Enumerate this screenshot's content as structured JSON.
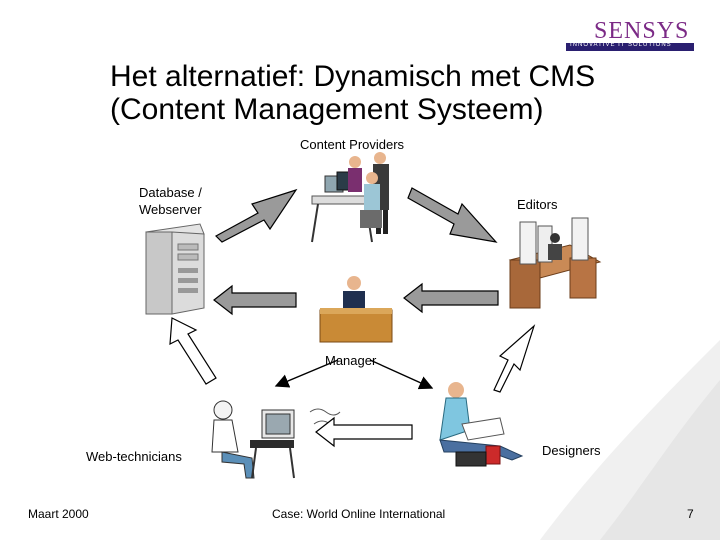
{
  "slide": {
    "title_line1": "Het alternatief: Dynamisch met CMS",
    "title_line2": "(Content Management Systeem)"
  },
  "logo": {
    "name": "SENSYS",
    "tagline": "INNOVATIVE IT SOLUTIONS",
    "color": "#7b2a86",
    "bar_color": "#2a1f70"
  },
  "diagram": {
    "content_providers": "Content Providers",
    "database_line1": "Database /",
    "database_line2": "Webserver",
    "editors": "Editors",
    "manager": "Manager",
    "web_technicians": "Web-technicians",
    "designers": "Designers"
  },
  "footer": {
    "date": "Maart 2000",
    "case": "Case: World Online International",
    "page": "7"
  },
  "icons": [
    "people-at-computer-icon",
    "server-tower-icon",
    "desk-with-paper-stacks-icon",
    "manager-at-desk-icon",
    "technician-at-computer-icon",
    "designer-at-desk-icon"
  ]
}
